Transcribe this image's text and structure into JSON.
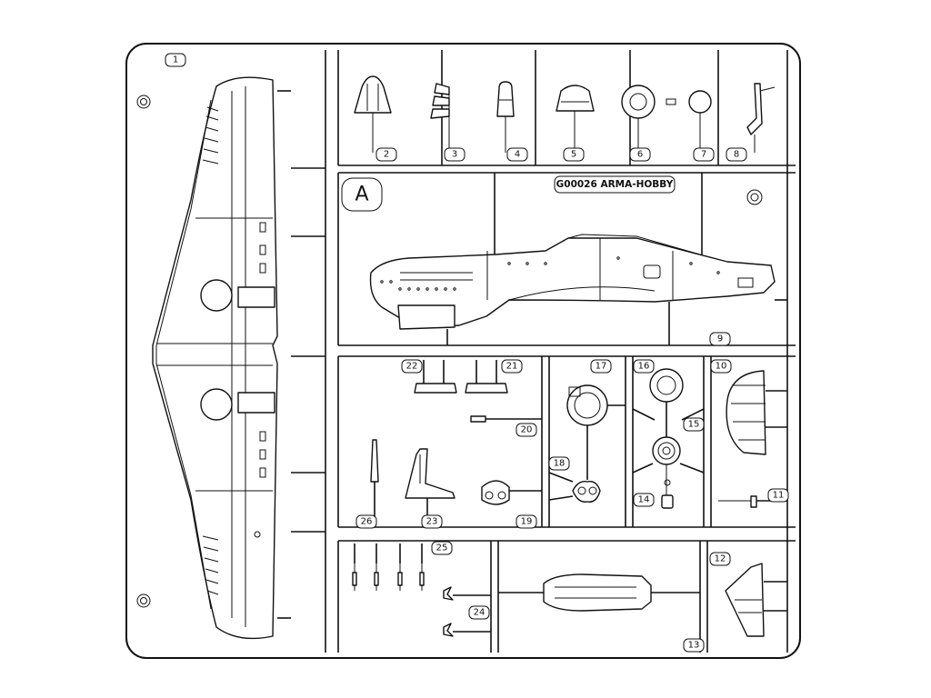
{
  "frame": {
    "letter": "A",
    "code": "G00026 ARMA-HOBBY"
  },
  "part_numbers": [
    "1",
    "2",
    "3",
    "4",
    "5",
    "6",
    "7",
    "8",
    "9",
    "10",
    "11",
    "12",
    "13",
    "14",
    "15",
    "16",
    "17",
    "18",
    "19",
    "20",
    "21",
    "22",
    "23",
    "24",
    "25",
    "26"
  ],
  "colors": {
    "ink": "#111111",
    "paper": "#ffffff"
  }
}
